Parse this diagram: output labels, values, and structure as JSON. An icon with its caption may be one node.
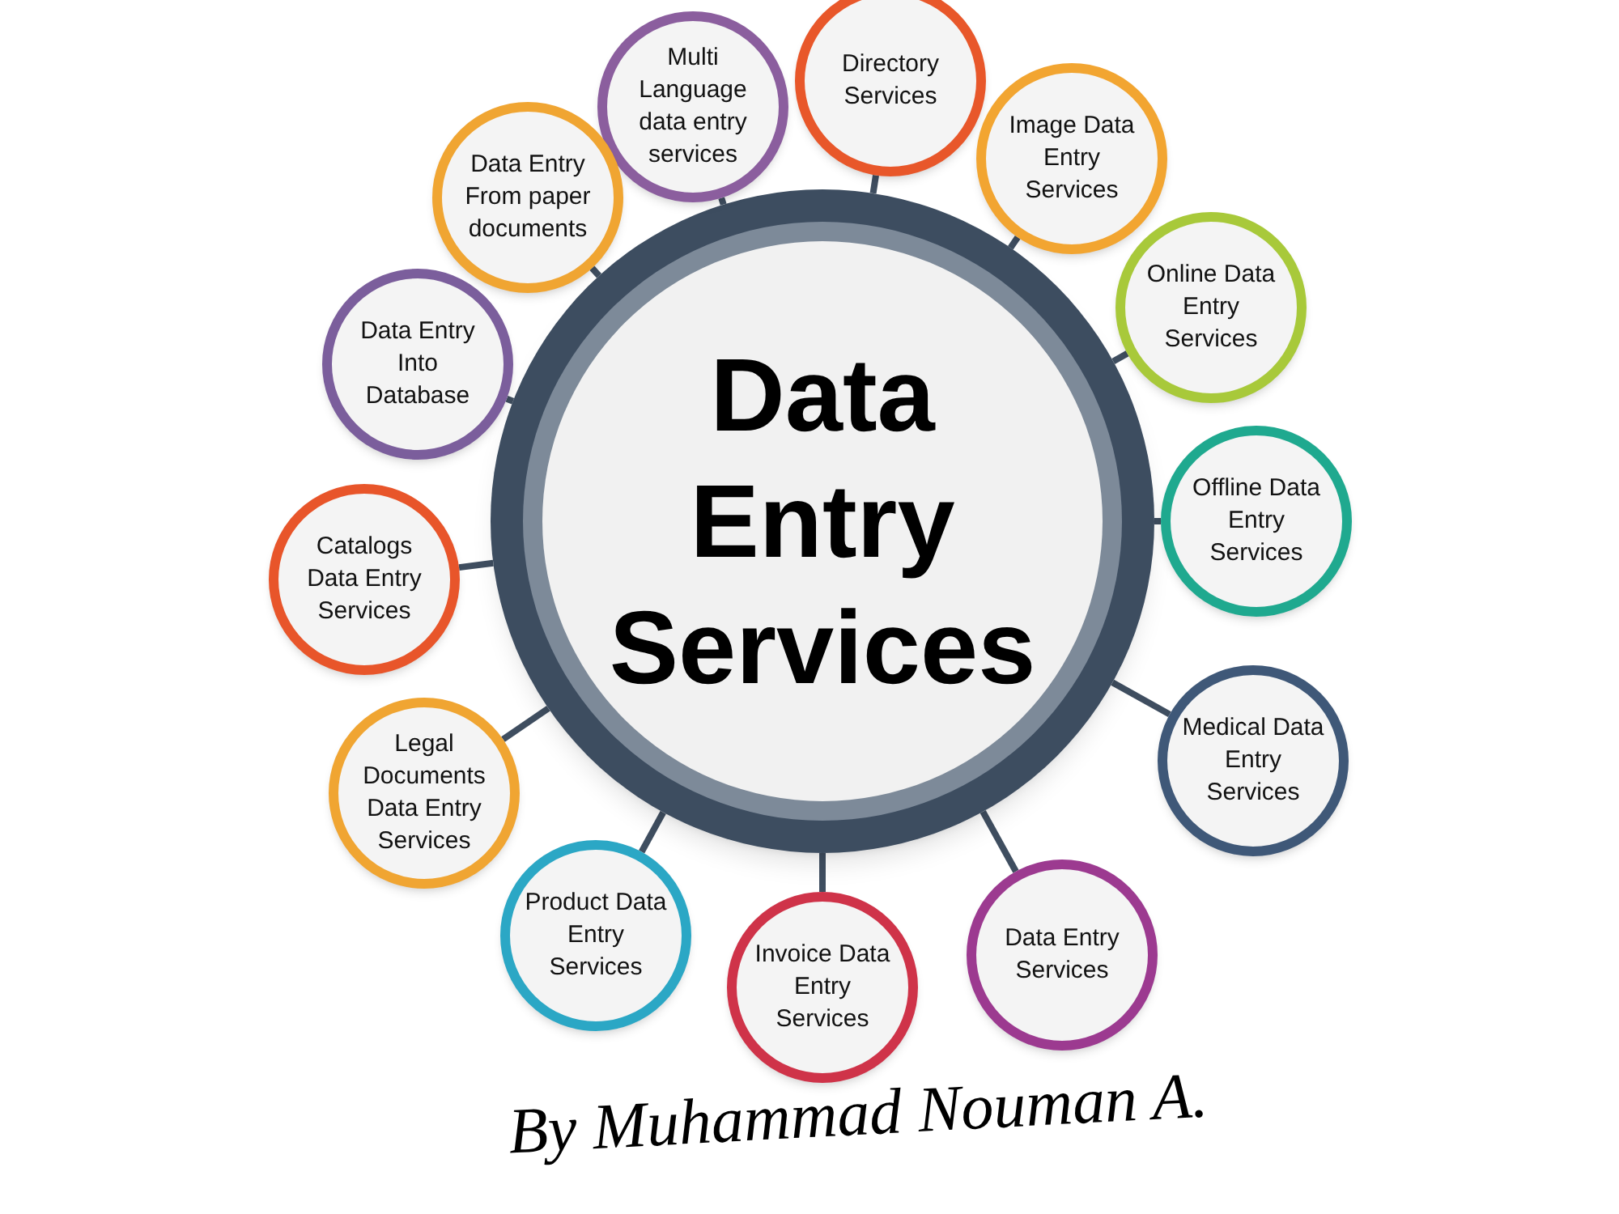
{
  "diagram": {
    "nodes": [
      {
        "text": [
          "Data Entry Services"
        ]
      },
      {
        "text": [
          "Multi Language data entry services"
        ]
      },
      {
        "text": [
          "Directory Services"
        ]
      },
      {
        "text": [
          "Image Data Entry Services"
        ]
      },
      {
        "text": [
          "Online Data Entry Services"
        ]
      },
      {
        "text": [
          "Offline Data Entry Services"
        ]
      },
      {
        "text": [
          "Medical Data Entry Services"
        ]
      },
      {
        "text": [
          "Data Entry Services"
        ]
      },
      {
        "text": [
          "Invoice Data Entry Services"
        ]
      },
      {
        "text": [
          "Product Data Entry Services"
        ]
      },
      {
        "text": [
          "Legal Documents Data Entry Services"
        ]
      },
      {
        "text": [
          "Catalogs Data Entry Services"
        ]
      },
      {
        "text": [
          "Data Entry Into Database"
        ]
      },
      {
        "text": [
          "Data Entry From paper documents"
        ]
      }
    ],
    "edges": [
      {
        "from": 0,
        "to": 1,
        "arrow": "none"
      },
      {
        "from": 0,
        "to": 2,
        "arrow": "none"
      },
      {
        "from": 0,
        "to": 3,
        "arrow": "none"
      },
      {
        "from": 0,
        "to": 4,
        "arrow": "none"
      },
      {
        "from": 0,
        "to": 5,
        "arrow": "none"
      },
      {
        "from": 0,
        "to": 6,
        "arrow": "none"
      },
      {
        "from": 0,
        "to": 7,
        "arrow": "none"
      },
      {
        "from": 0,
        "to": 8,
        "arrow": "none"
      },
      {
        "from": 0,
        "to": 9,
        "arrow": "none"
      },
      {
        "from": 0,
        "to": 10,
        "arrow": "none"
      },
      {
        "from": 0,
        "to": 11,
        "arrow": "none"
      },
      {
        "from": 0,
        "to": 12,
        "arrow": "none"
      },
      {
        "from": 0,
        "to": 13,
        "arrow": "none"
      }
    ],
    "labels": [
      "By Muhammad Nouman A."
    ]
  }
}
